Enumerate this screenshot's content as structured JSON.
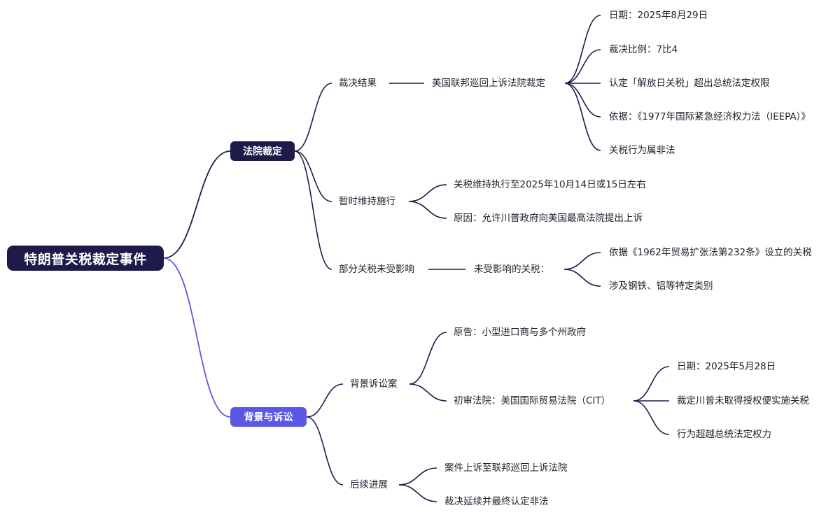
{
  "root": "特朗普关税裁定事件",
  "colors": {
    "dark": "#1e1b4b",
    "accent": "#5b58e6"
  },
  "branch1": {
    "label": "法院裁定",
    "ruling": {
      "label": "裁决结果",
      "court": "美国联邦巡回上诉法院裁定",
      "items": [
        "日期：2025年8月29日",
        "裁决比例：7比4",
        "认定「解放日关税」超出总统法定权限",
        "依据：《1977年国际紧急经济权力法（IEEPA）》",
        "关税行为属非法"
      ]
    },
    "interim": {
      "label": "暂时维持施行",
      "items": [
        "关税维持执行至2025年10月14日或15日左右",
        "原因：允许川普政府向美国最高法院提出上诉"
      ]
    },
    "unaffected": {
      "label": "部分关税未受影响",
      "sub": "未受影响的关税：",
      "items": [
        "依据《1962年贸易扩张法第232条》设立的关税",
        "涉及钢铁、铝等特定类别"
      ]
    }
  },
  "branch2": {
    "label": "背景与诉讼",
    "background": {
      "label": "背景诉讼案",
      "plaintiff": "原告：小型进口商与多个州政府",
      "first_court": "初审法院：美国国际贸易法院（CIT）",
      "cit_items": [
        "日期：2025年5月28日",
        "裁定川普未取得授权便实施关税",
        "行为超越总统法定权力"
      ]
    },
    "followup": {
      "label": "后续进展",
      "items": [
        "案件上诉至联邦巡回上诉法院",
        "裁决延续并最终认定非法"
      ]
    }
  }
}
